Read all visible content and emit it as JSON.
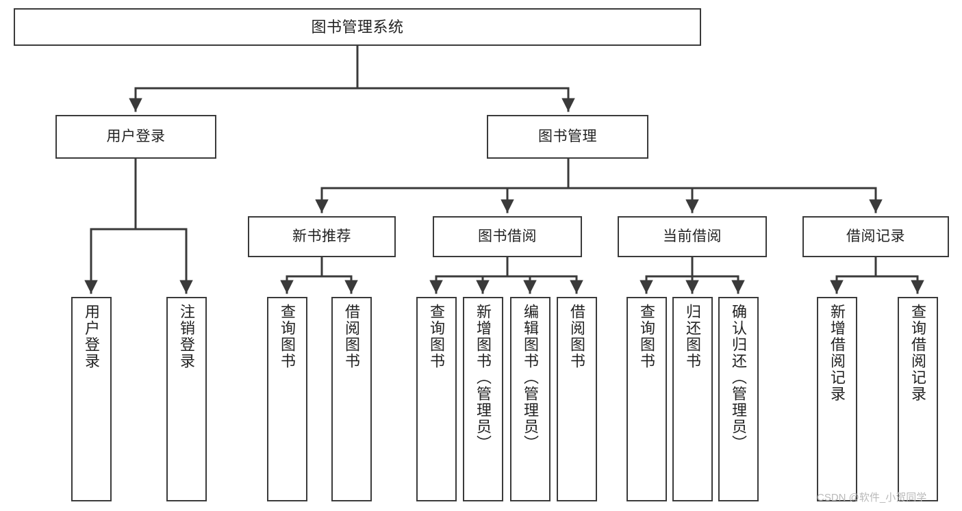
{
  "diagram": {
    "type": "tree",
    "title": "图书管理系统",
    "style": {
      "stroke": "#3a3a3a",
      "box_fill": "#ffffff",
      "text": "#222222",
      "watermark_color": "#b9b9b9"
    },
    "watermark": "CSDN @软件_小贺同学",
    "nodes": {
      "root": {
        "label": "图书管理系统"
      },
      "login": {
        "label": "用户登录"
      },
      "book_mgmt": {
        "label": "图书管理"
      },
      "new_book": {
        "label": "新书推荐"
      },
      "borrow": {
        "label": "图书借阅"
      },
      "current": {
        "label": "当前借阅"
      },
      "records": {
        "label": "借阅记录"
      },
      "leaf_login_1": {
        "label": "用户登录"
      },
      "leaf_login_2": {
        "label": "注销登录"
      },
      "leaf_new_1": {
        "label": "查询图书"
      },
      "leaf_new_2": {
        "label": "借阅图书"
      },
      "leaf_borrow_1": {
        "label": "查询图书"
      },
      "leaf_borrow_2": {
        "label": "新增图书（管理员）"
      },
      "leaf_borrow_3": {
        "label": "编辑图书（管理员）"
      },
      "leaf_borrow_4": {
        "label": "借阅图书"
      },
      "leaf_cur_1": {
        "label": "查询图书"
      },
      "leaf_cur_2": {
        "label": "归还图书"
      },
      "leaf_cur_3": {
        "label": "确认归还（管理员）"
      },
      "leaf_rec_1": {
        "label": "新增借阅记录"
      },
      "leaf_rec_2": {
        "label": "查询借阅记录"
      }
    },
    "edges": [
      {
        "from": "root",
        "to": "login"
      },
      {
        "from": "root",
        "to": "book_mgmt"
      },
      {
        "from": "login",
        "to": "leaf_login_1"
      },
      {
        "from": "login",
        "to": "leaf_login_2"
      },
      {
        "from": "book_mgmt",
        "to": "new_book"
      },
      {
        "from": "book_mgmt",
        "to": "borrow"
      },
      {
        "from": "book_mgmt",
        "to": "current"
      },
      {
        "from": "book_mgmt",
        "to": "records"
      },
      {
        "from": "new_book",
        "to": "leaf_new_1"
      },
      {
        "from": "new_book",
        "to": "leaf_new_2"
      },
      {
        "from": "borrow",
        "to": "leaf_borrow_1"
      },
      {
        "from": "borrow",
        "to": "leaf_borrow_2"
      },
      {
        "from": "borrow",
        "to": "leaf_borrow_3"
      },
      {
        "from": "borrow",
        "to": "leaf_borrow_4"
      },
      {
        "from": "current",
        "to": "leaf_cur_1"
      },
      {
        "from": "current",
        "to": "leaf_cur_2"
      },
      {
        "from": "current",
        "to": "leaf_cur_3"
      },
      {
        "from": "records",
        "to": "leaf_rec_1"
      },
      {
        "from": "records",
        "to": "leaf_rec_2"
      }
    ]
  }
}
